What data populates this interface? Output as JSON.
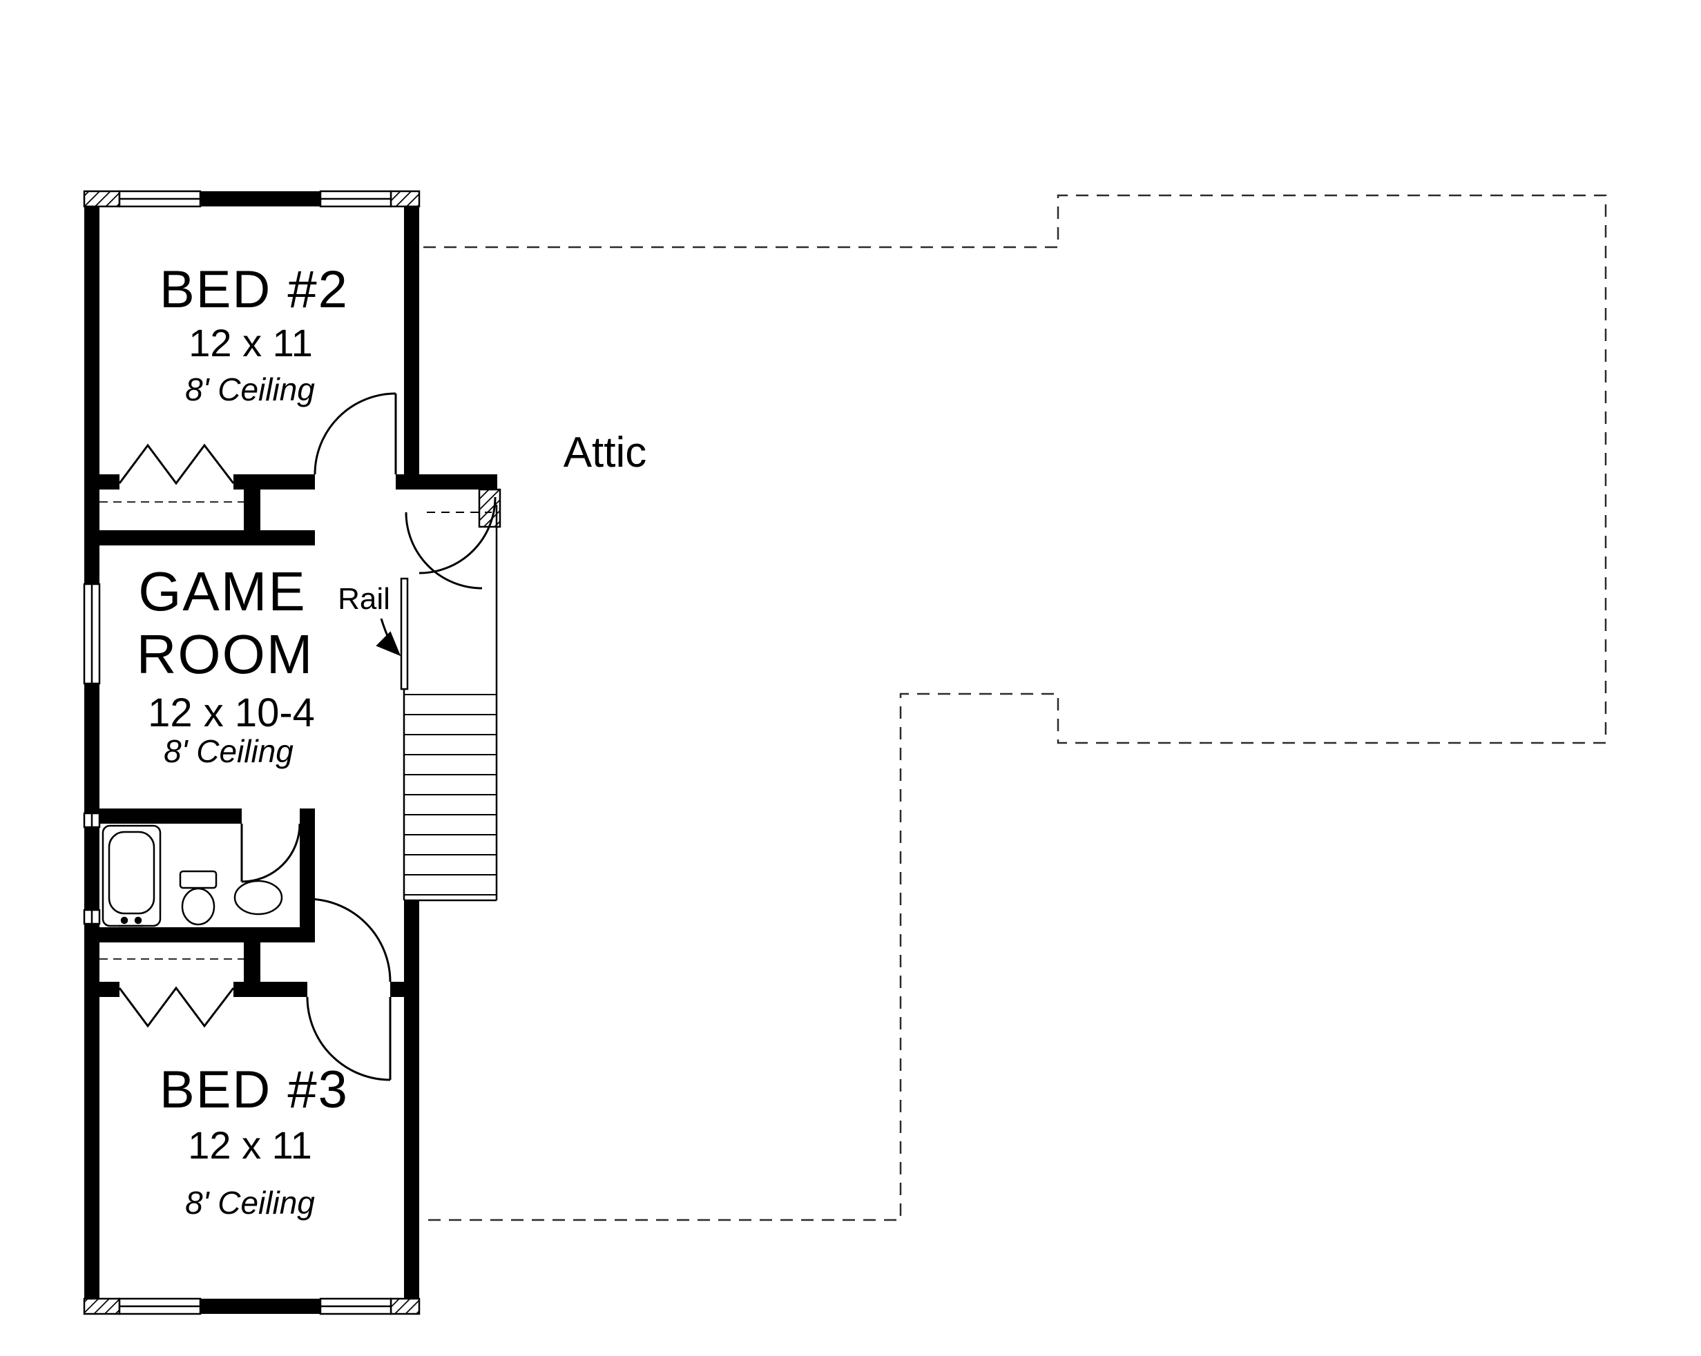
{
  "rooms": {
    "bed2": {
      "name": "BED #2",
      "dimensions": "12 x 11",
      "ceiling": "8' Ceiling"
    },
    "game_room": {
      "name_line1": "GAME",
      "name_line2": "ROOM",
      "dimensions": "12 x 10-4",
      "ceiling": "8' Ceiling"
    },
    "bed3": {
      "name": "BED #3",
      "dimensions": "12 x 11",
      "ceiling": "8' Ceiling"
    },
    "attic": {
      "name": "Attic"
    }
  },
  "annotations": {
    "rail": "Rail"
  },
  "colors": {
    "walls": "#000000",
    "background": "#ffffff",
    "dashed_lines": "#2a2a2a"
  }
}
